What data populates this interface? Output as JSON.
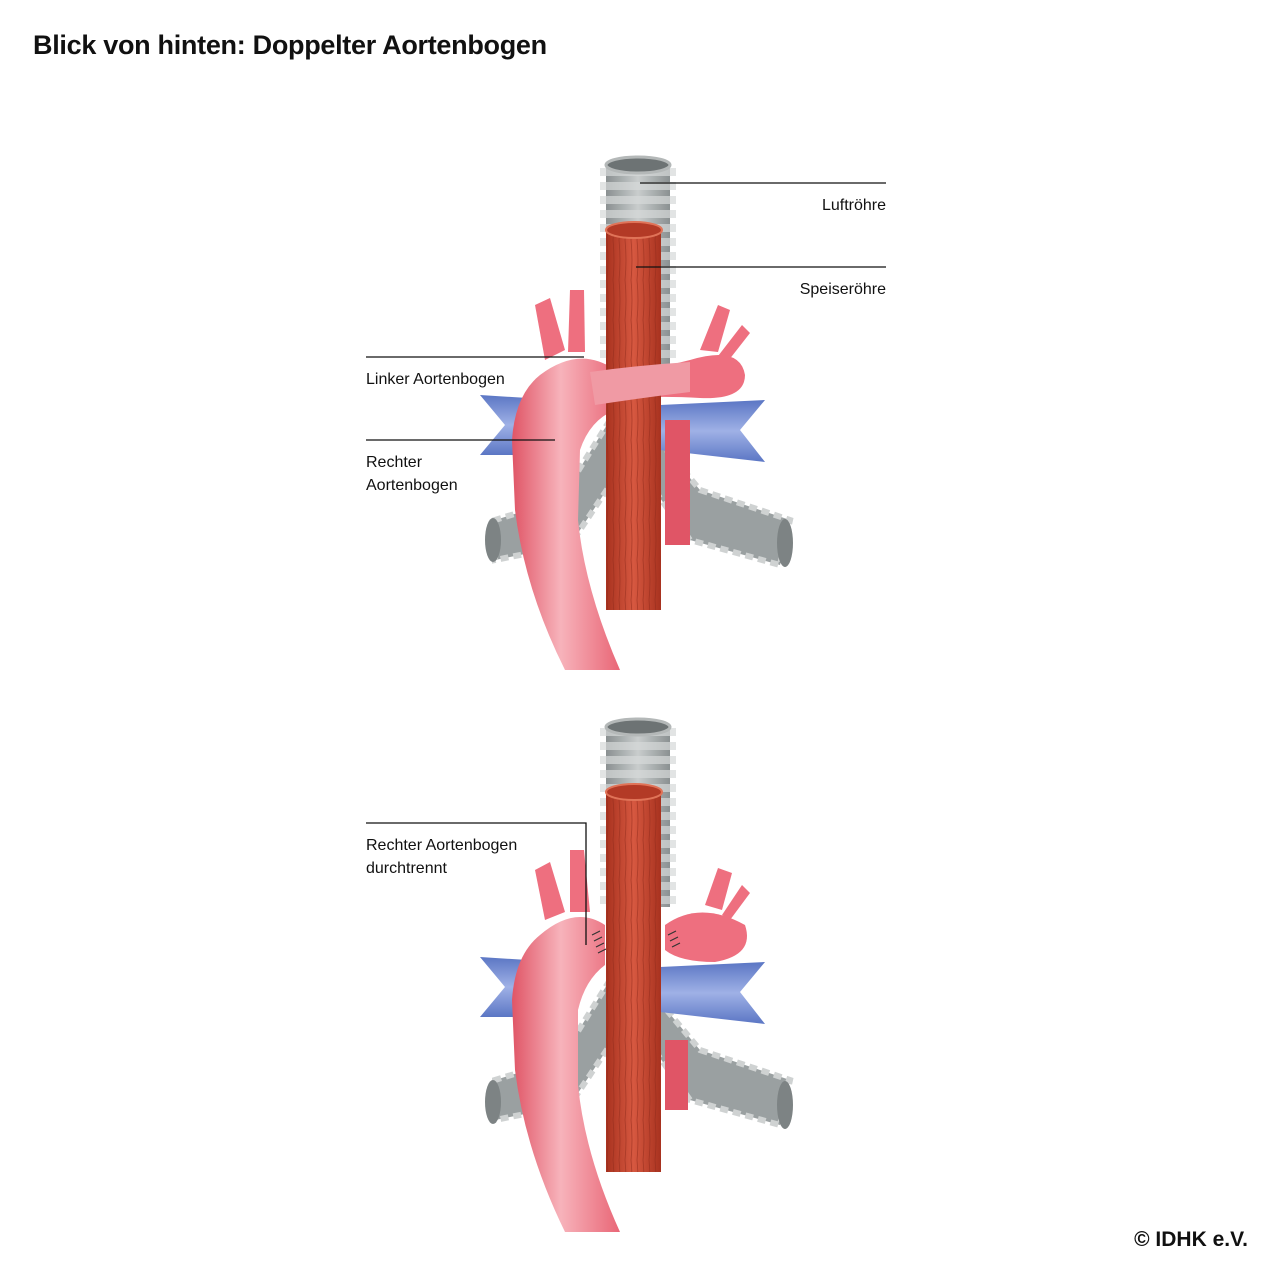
{
  "title": "Blick von hinten: Doppelter Aortenbogen",
  "copyright": "© IDHK e.V.",
  "top_diagram": {
    "labels": {
      "trachea": "Luftröhre",
      "esophagus": "Speiseröhre",
      "left_arch": "Linker Aortenbogen",
      "right_arch": "Rechter\nAortenbogen"
    }
  },
  "bottom_diagram": {
    "labels": {
      "divided": "Rechter Aortenbogen\ndurchtrennt"
    }
  },
  "colors": {
    "aorta": "#ee6f7f",
    "aorta_light": "#f7b3bb",
    "esophagus": "#c8412f",
    "trachea": "#9aa0a1",
    "vein": "#6b86cf",
    "text": "#111111"
  }
}
